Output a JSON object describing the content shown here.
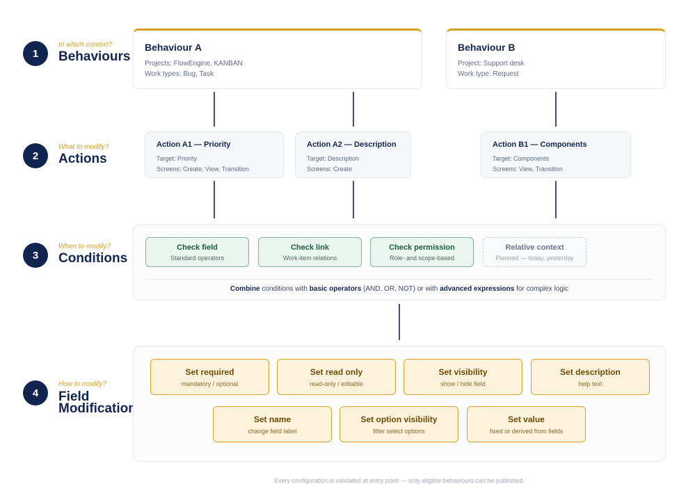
{
  "steps": [
    {
      "number": "1",
      "question": "In which context?",
      "title": "Behaviours"
    },
    {
      "number": "2",
      "question": "What to modify?",
      "title": "Actions"
    },
    {
      "number": "3",
      "question": "When to modify?",
      "title": "Conditions"
    },
    {
      "number": "4",
      "question": "How to modify?",
      "title_line1": "Field",
      "title_line2": "Modifications"
    }
  ],
  "behaviours": [
    {
      "title": "Behaviour A",
      "line1": "Projects: FlowEngine, KANBAN",
      "line2": "Work types: Bug, Task"
    },
    {
      "title": "Behaviour B",
      "line1": "Project: Support desk",
      "line2": "Work type: Request"
    }
  ],
  "actions": [
    {
      "title": "Action A1 — Priority",
      "target": "Target: Priority",
      "screens": "Screens: Create, View, Transition"
    },
    {
      "title": "Action A2 — Description",
      "target": "Target: Description",
      "screens": "Screens: Create"
    },
    {
      "title": "Action B1 — Components",
      "target": "Target: Components",
      "screens": "Screens: View, Transition"
    }
  ],
  "conditions": [
    {
      "title": "Check field",
      "subtitle": "Standard operators"
    },
    {
      "title": "Check link",
      "subtitle": "Work-item relations"
    },
    {
      "title": "Check permission",
      "subtitle": "Role- and scope-based"
    },
    {
      "title": "Relative context",
      "subtitle": "Planned — today, yesterday"
    }
  ],
  "combine": {
    "w1": "Combine",
    "t1": " conditions with ",
    "w2": "basic operators",
    "t2": " (AND, OR, NOT) or with ",
    "w3": "advanced expressions",
    "t3": " for complex logic"
  },
  "modifications": [
    {
      "title": "Set required",
      "subtitle": "mandatory / optional"
    },
    {
      "title": "Set read only",
      "subtitle": "read-only / editable"
    },
    {
      "title": "Set visibility",
      "subtitle": "show / hide field"
    },
    {
      "title": "Set description",
      "subtitle": "help text"
    },
    {
      "title": "Set name",
      "subtitle": "change field label"
    },
    {
      "title": "Set option visibility",
      "subtitle": "filter select options"
    },
    {
      "title": "Set value",
      "subtitle": "fixed or derived from fields"
    }
  ],
  "footnote": "Every configuration is validated at entry point — only eligible behaviours can be published.",
  "colors": {
    "navy": "#102550",
    "accent_gold": "#d9a01b",
    "condition_green": "#eaf5ef",
    "modification_amber": "#fdf3dc"
  }
}
